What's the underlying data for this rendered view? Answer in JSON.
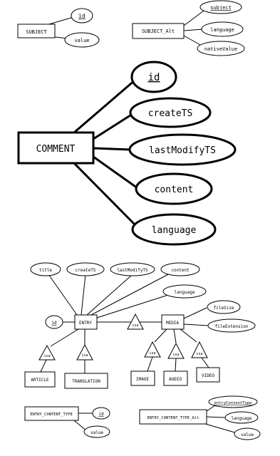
{
  "subject_block": {
    "entity": "SUBJECT",
    "attrs": [
      "id",
      "value"
    ]
  },
  "subject_alt_block": {
    "entity": "SUBJECT_Alt",
    "attrs": [
      "subject",
      "language",
      "nativeValue"
    ]
  },
  "comment_block": {
    "entity": "COMMENT",
    "attrs": [
      "id",
      "createTS",
      "lastModifyTS",
      "content",
      "language"
    ]
  },
  "entry_block": {
    "entity": "ENTRY",
    "attrs": [
      "title",
      "createTS",
      "lastModifyTS",
      "content",
      "language",
      "id"
    ],
    "isa_label": "isa",
    "subtypes": [
      "ARTICLE",
      "TRANSLATION"
    ]
  },
  "media_block": {
    "entity": "MEDIA",
    "attrs": [
      "fileSize",
      "fileExtension"
    ],
    "subtypes": [
      "IMAGE",
      "AUDIO",
      "VIDEO"
    ]
  },
  "entry_content_type_block": {
    "entity": "ENTRY_CONTENT_TYPE",
    "attrs": [
      "id",
      "value"
    ]
  },
  "entry_content_type_alt_block": {
    "entity": "ENTRY_CONTENT_TYPE_Alt",
    "attrs": [
      "entryContentType",
      "language",
      "value"
    ]
  }
}
